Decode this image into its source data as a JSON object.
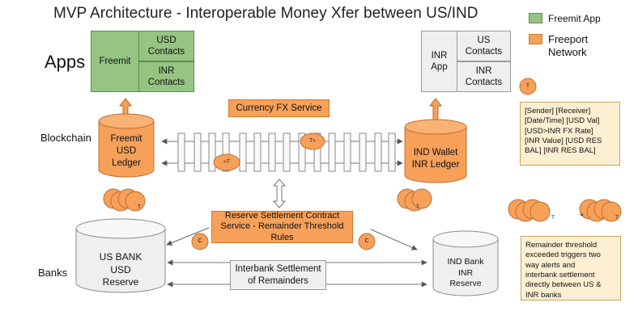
{
  "title": "MVP Architecture - Interoperable Money Xfer between US/IND",
  "legend": {
    "freemit_app": "Freemit App",
    "freeport_network_line1": "Freeport",
    "freeport_network_line2": "Network",
    "freemit_color": "#96c483",
    "freeport_color": "#f6a05a"
  },
  "rows": {
    "apps": "Apps",
    "blockchain": "Blockchain",
    "banks": "Banks"
  },
  "apps": {
    "freemit": {
      "name": "Freemit",
      "usd_line1": "USD",
      "usd_line2": "Contacts",
      "inr_line1": "INR",
      "inr_line2": "Contacts"
    },
    "inr": {
      "name_line1": "INR",
      "name_line2": "App",
      "us_line1": "US",
      "us_line2": "Contacts",
      "inr_line1": "INR",
      "inr_line2": "Contacts"
    }
  },
  "services": {
    "fx": "Currency FX Service",
    "reserve_line1": "Reserve Settlement Contract",
    "reserve_line2": "Service - Remainder Threshold",
    "reserve_line3": "Rules",
    "interbank_line1": "Interbank Settlement",
    "interbank_line2": "of Remainders"
  },
  "ledgers": {
    "freemit_line1": "Freemit",
    "freemit_line2": "USD",
    "freemit_line3": "Ledger",
    "ind_line1": "IND Wallet",
    "ind_line2": "INR Ledger"
  },
  "banks": {
    "us_line1": "US BANK",
    "us_line2": "USD",
    "us_line3": "Reserve",
    "ind_line1": "IND Bank",
    "ind_line2": "INR",
    "ind_line3": "Reserve"
  },
  "tokens": {
    "left_transfer": "<T",
    "right_transfer": "T>",
    "coin": "T",
    "contract": "C",
    "minus": "-"
  },
  "notes": {
    "record_line1": "[Sender] [Receiver]",
    "record_line2": "[Date/Time] [USD Val]",
    "record_line3": "[USD>INR FX Rate]",
    "record_line4": "[INR Value] [USD RES",
    "record_line5": "BAL] [INR RES BAL]",
    "threshold_line1": "Remainder threshold",
    "threshold_line2": "exceeded triggers two",
    "threshold_line3": "way alerts and",
    "threshold_line4": "interbank settlement",
    "threshold_line5": "directly between US &",
    "threshold_line6": "INR banks"
  }
}
